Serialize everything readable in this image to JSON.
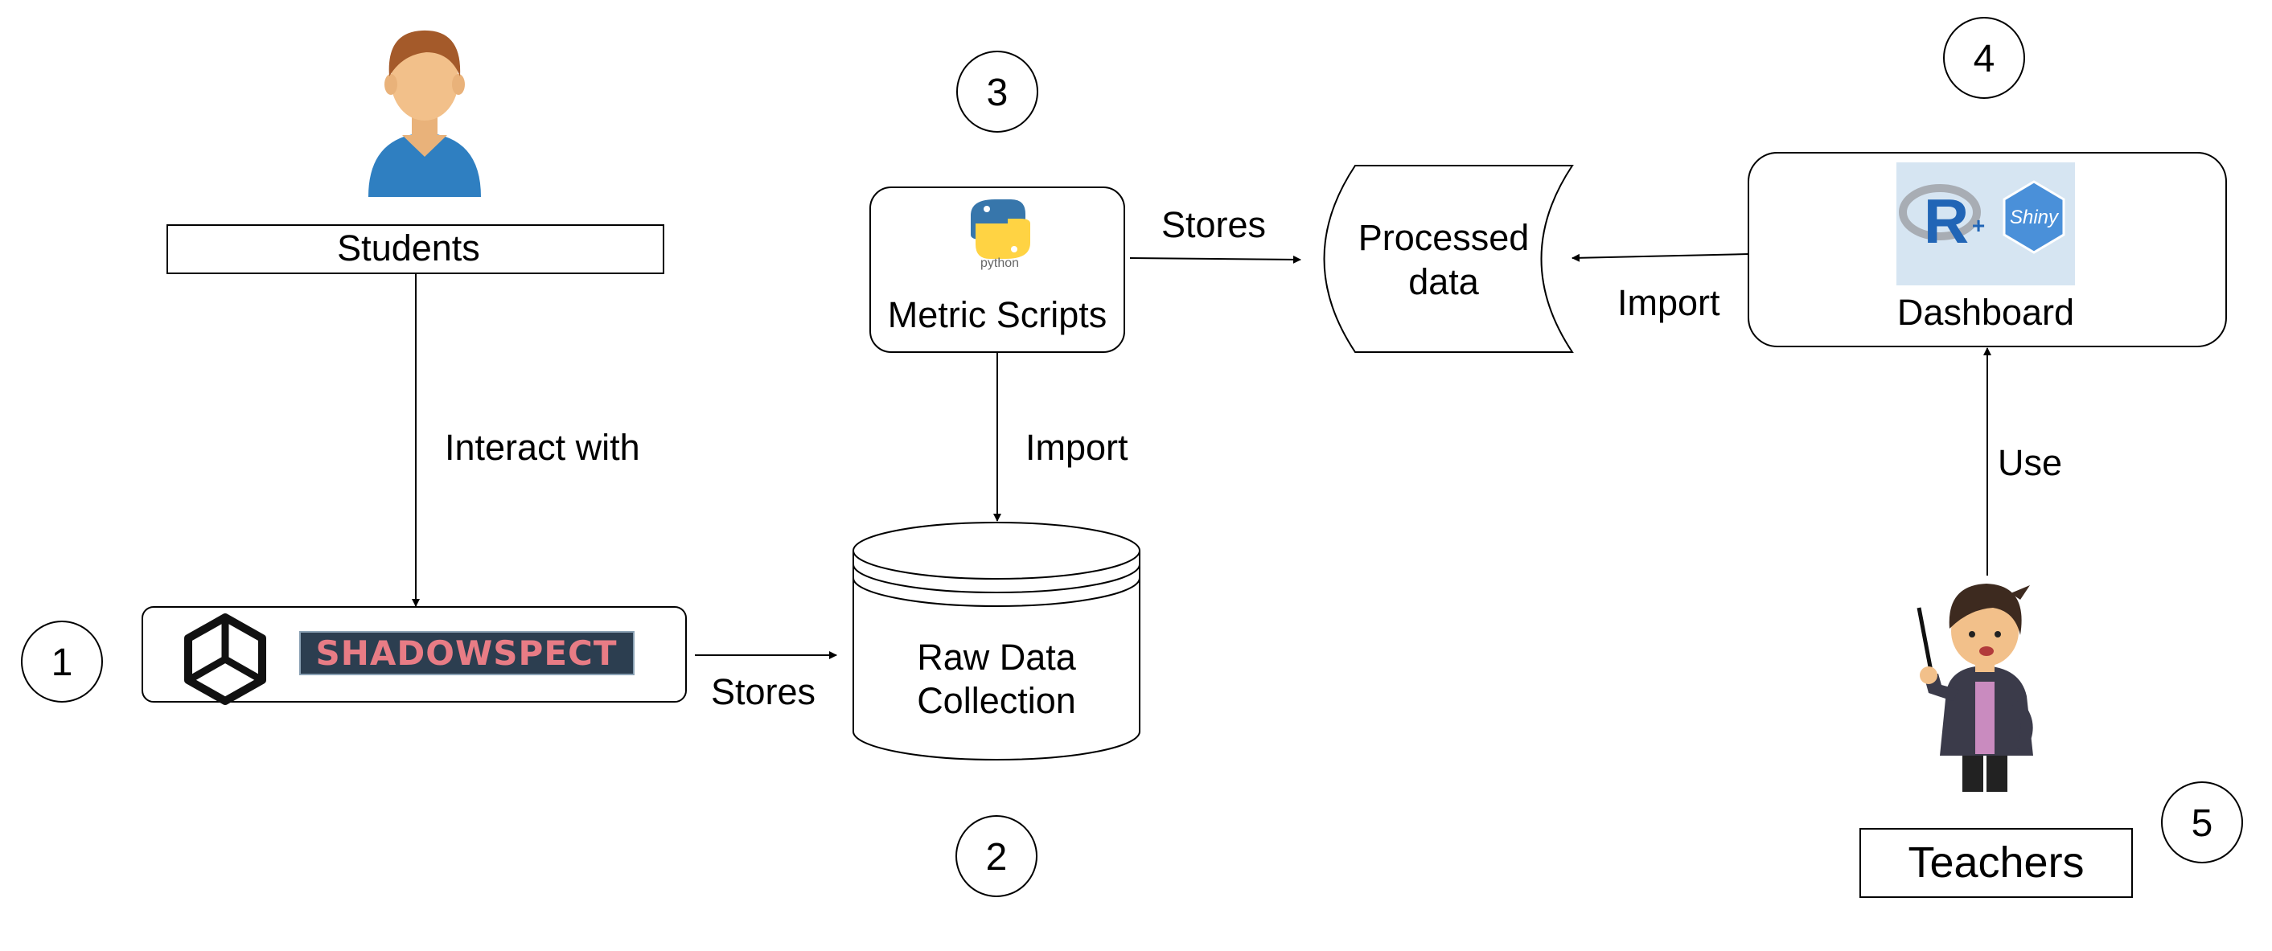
{
  "nodes": {
    "students": {
      "label": "Students"
    },
    "game": {
      "logo_text": "SHADOWSPECT"
    },
    "raw_data": {
      "line1": "Raw Data",
      "line2": "Collection"
    },
    "metric_scripts": {
      "label": "Metric Scripts",
      "python_text": "python"
    },
    "processed_data": {
      "line1": "Processed",
      "line2": "data"
    },
    "dashboard": {
      "label": "Dashboard",
      "shiny_text": "Shiny"
    },
    "teachers": {
      "label": "Teachers"
    }
  },
  "edges": {
    "students_to_game": "Interact with",
    "game_to_raw": "Stores",
    "scripts_to_raw": "Import",
    "scripts_to_processed": "Stores",
    "dashboard_to_processed": "Import",
    "teachers_to_dashboard": "Use"
  },
  "steps": [
    "1",
    "2",
    "3",
    "4",
    "5"
  ],
  "colors": {
    "line": "#000000",
    "student_shirt": "#2f7fc1",
    "skin": "#f2c08a",
    "hair": "#a45a2a",
    "shadowspect_bg": "#2c3e50",
    "shadowspect_text": "#e87c85",
    "python_blue": "#3776ab",
    "python_yellow": "#ffd343",
    "r_blue": "#2165b6",
    "shiny_blue": "#4a90d9"
  },
  "icons": [
    "student-avatar-icon",
    "unity-logo-icon",
    "shadowspect-logo-icon",
    "python-logo-icon",
    "r-logo-icon",
    "shiny-logo-icon",
    "teacher-avatar-icon"
  ]
}
